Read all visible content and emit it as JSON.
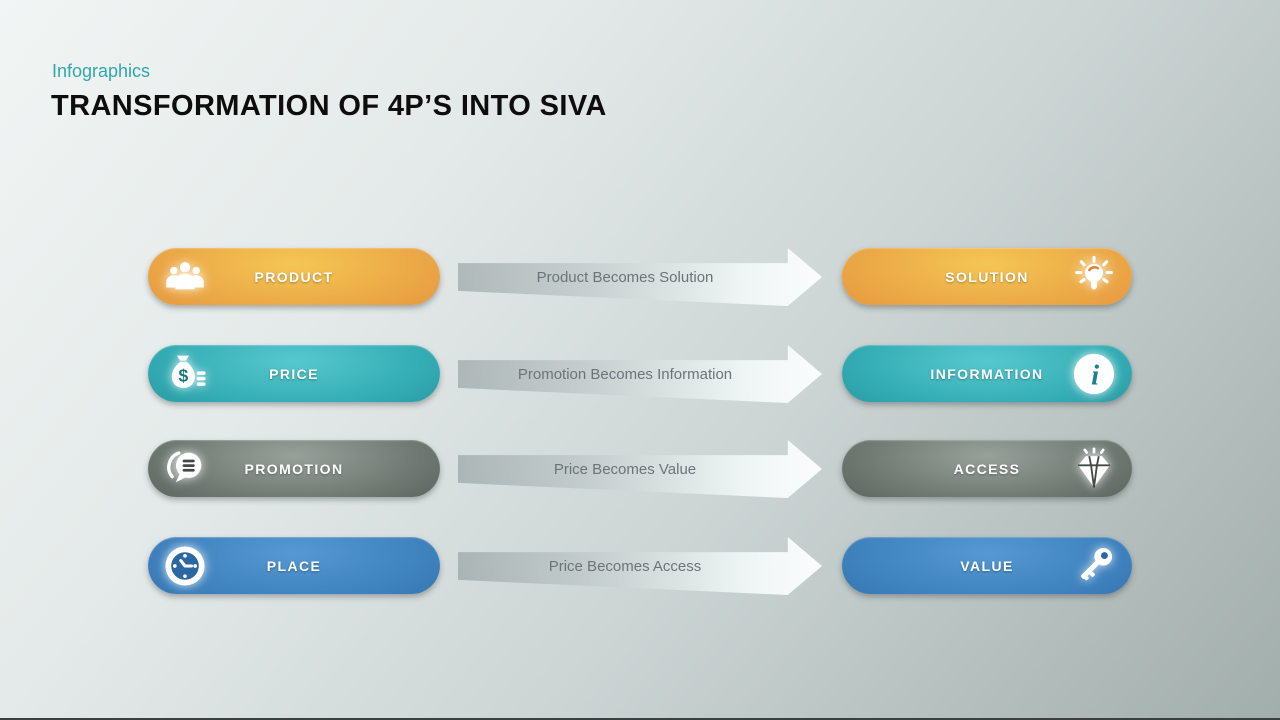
{
  "slide": {
    "eyebrow": "Infographics",
    "title": "TRANSFORMATION OF 4P’S INTO SIVA"
  },
  "colors": {
    "eyebrow_accent": "#2fa7ad",
    "title_text": "#0d0d0d",
    "orange_light": "#f4c654",
    "orange_dark": "#df8438",
    "teal_light": "#55c8cd",
    "teal_dark": "#1a828b",
    "gray_light": "#97a19a",
    "gray_dark": "#414a44",
    "blue_light": "#5598d2",
    "blue_dark": "#2b67a2",
    "arrow_text": "#6b7478",
    "pill_text": "#ffffff"
  },
  "rows": [
    {
      "theme": "orange",
      "left": {
        "label": "PRODUCT",
        "icon": "users-icon"
      },
      "arrow_label": "Product Becomes Solution",
      "right": {
        "label": "SOLUTION",
        "icon": "bulb-icon"
      }
    },
    {
      "theme": "teal",
      "left": {
        "label": "PRICE",
        "icon": "money-bag-icon"
      },
      "arrow_label": "Promotion Becomes Information",
      "right": {
        "label": "INFORMATION",
        "icon": "info-icon"
      }
    },
    {
      "theme": "gray",
      "left": {
        "label": "PROMOTION",
        "icon": "chat-icon"
      },
      "arrow_label": "Price Becomes Value",
      "right": {
        "label": "ACCESS",
        "icon": "diamond-icon"
      }
    },
    {
      "theme": "blue",
      "left": {
        "label": "PLACE",
        "icon": "clock-icon"
      },
      "arrow_label": "Price Becomes Access",
      "right": {
        "label": "VALUE",
        "icon": "key-icon"
      }
    }
  ]
}
